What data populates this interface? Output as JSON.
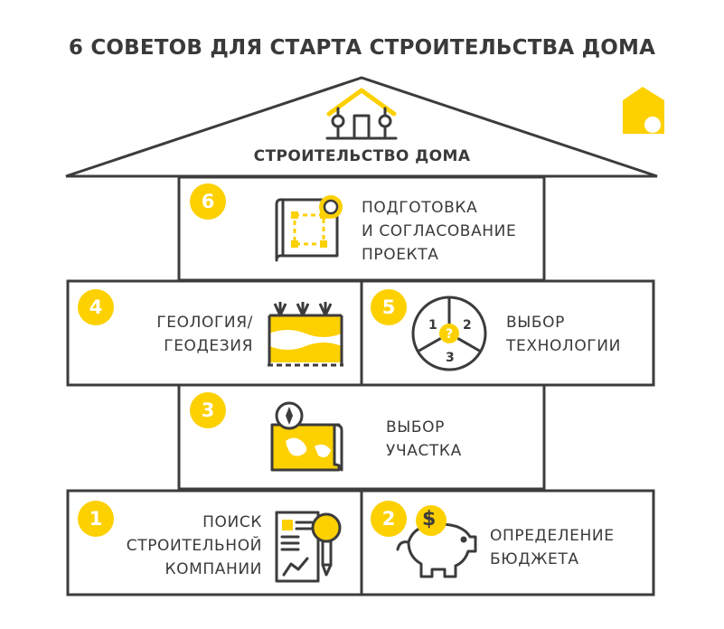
{
  "title": "6 СОВЕТОВ ДЛЯ СТАРТА СТРОИТЕЛЬСТВА ДОМА",
  "roof_label": "СТРОИТЕЛЬСТВО ДОМА",
  "steps": [
    {
      "number": "1",
      "lines": [
        "ПОИСК",
        "СТРОИТЕЛЬНОЙ",
        "КОМПАНИИ"
      ],
      "icon": "document-magnifier-icon"
    },
    {
      "number": "2",
      "lines": [
        "ОПРЕДЕЛЕНИЕ",
        "БЮДЖЕТА"
      ],
      "icon": "piggy-bank-icon"
    },
    {
      "number": "3",
      "lines": [
        "ВЫБОР",
        "УЧАСТКА"
      ],
      "icon": "map-compass-icon"
    },
    {
      "number": "4",
      "lines": [
        "ГЕОЛОГИЯ/",
        "ГЕОДЕЗИЯ"
      ],
      "icon": "soil-layers-icon"
    },
    {
      "number": "5",
      "lines": [
        "ВЫБОР",
        "ТЕХНОЛОГИИ"
      ],
      "icon": "technology-choice-icon",
      "pie_labels": [
        "1",
        "2",
        "3",
        "?"
      ]
    },
    {
      "number": "6",
      "lines": [
        "ПОДГОТОВКА",
        "И СОГЛАСОВАНИЕ",
        "ПРОЕКТА"
      ],
      "icon": "blueprint-gear-icon"
    }
  ],
  "colors": {
    "accent": "#fdd000",
    "outline": "#3c3c3c",
    "background": "#ffffff"
  }
}
